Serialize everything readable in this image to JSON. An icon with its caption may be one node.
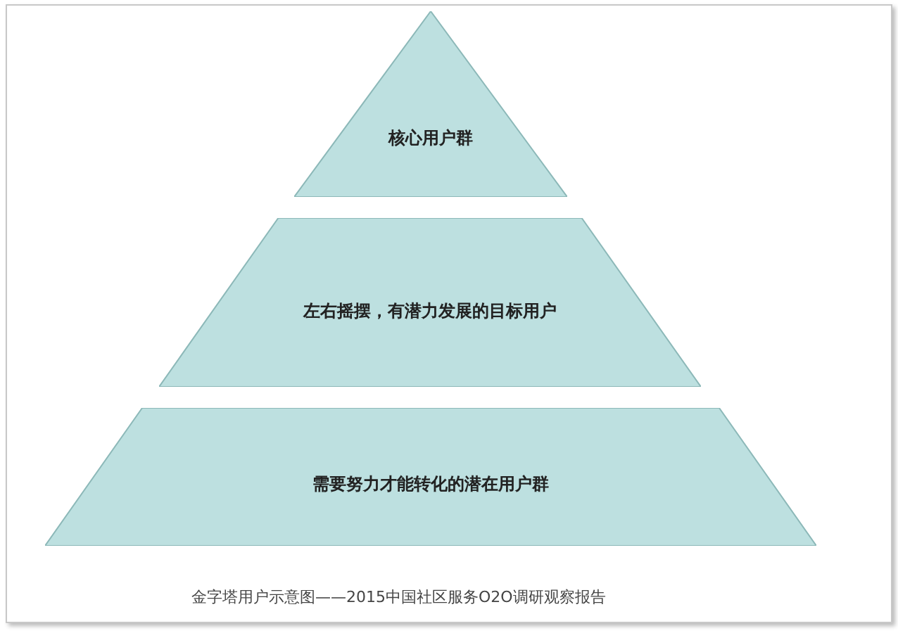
{
  "diagram": {
    "caption": "金字塔用户示意图——2015中国社区服务O2O调研观察报告",
    "nodes": [
      {
        "text": [
          "核心用户群"
        ]
      },
      {
        "text": [
          "左右摇摆，有潜力发展的目标用户"
        ]
      },
      {
        "text": [
          "需要努力才能转化的潜在用户群"
        ]
      }
    ]
  }
}
